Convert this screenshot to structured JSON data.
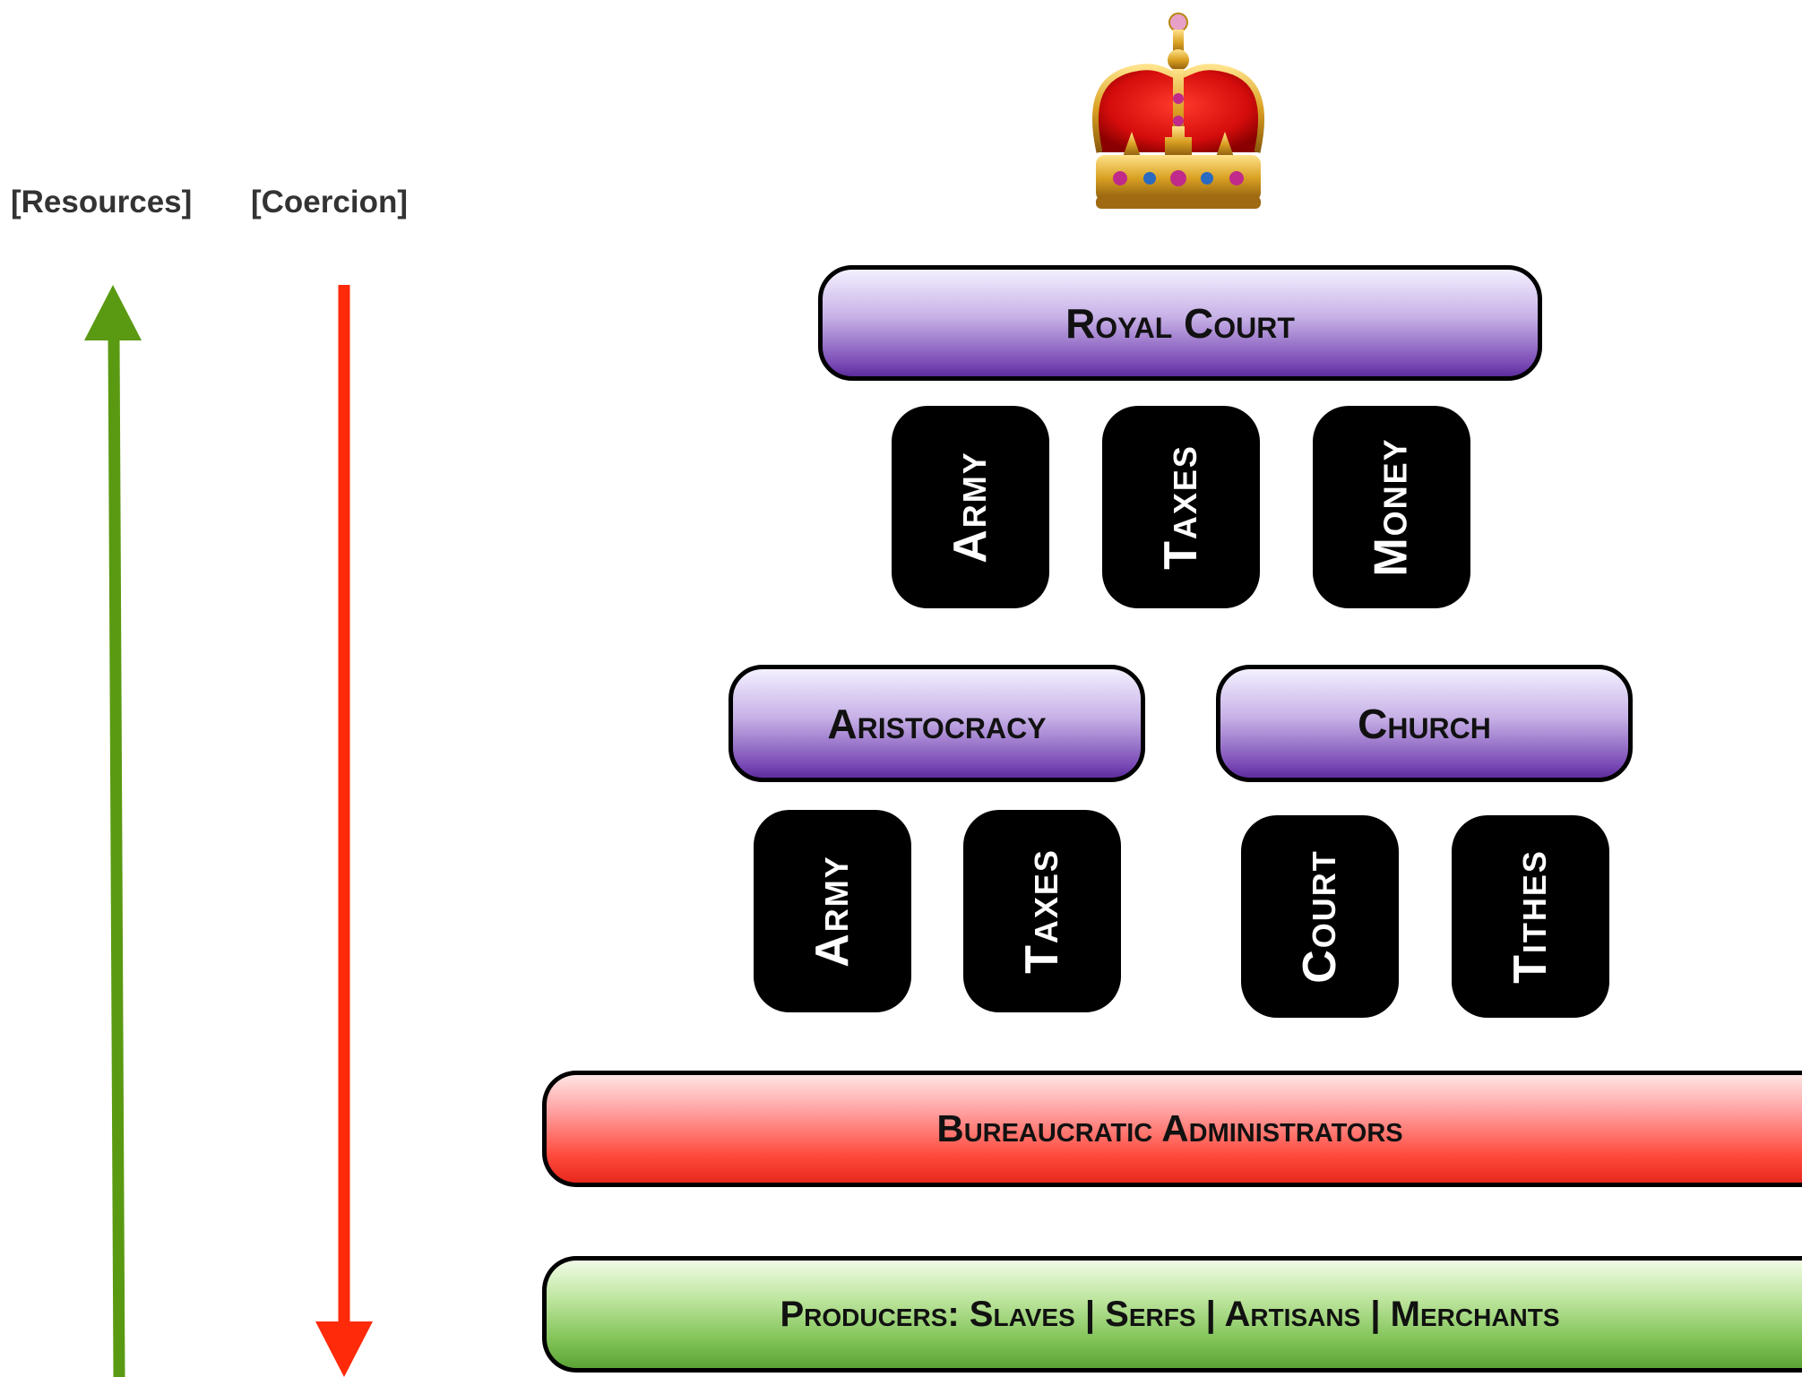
{
  "axis": {
    "resources_label": "[Resources]",
    "coercion_label": "[Coercion]",
    "resources_color": "#5a9a12",
    "coercion_color": "#ff2a0a"
  },
  "crown": {
    "icon": "crown-icon"
  },
  "royal_court": {
    "label": "Royal Court",
    "pillars": [
      "Army",
      "Taxes",
      "Money"
    ]
  },
  "aristocracy": {
    "label": "Aristocracy",
    "pillars": [
      "Army",
      "Taxes"
    ]
  },
  "church": {
    "label": "Church",
    "pillars": [
      "Court",
      "Tithes"
    ]
  },
  "bureaucracy": {
    "label": "Bureaucratic Administrators"
  },
  "producers": {
    "label": "Producers: Slaves | Serfs | Artisans | Merchants"
  },
  "colors": {
    "purple_box": "#7a4bb6",
    "red_box": "#ff4a3c",
    "green_box": "#7fc255",
    "pillar": "#000000"
  }
}
